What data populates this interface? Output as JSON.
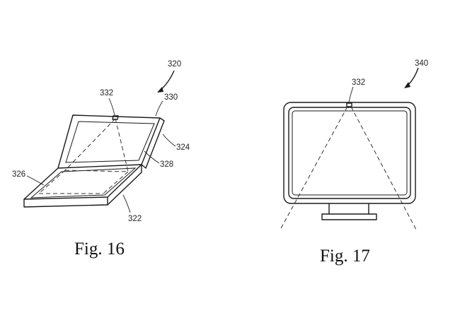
{
  "figures": [
    {
      "caption": "Fig. 16",
      "references": {
        "overall": "320",
        "camera": "332",
        "lid": "330",
        "hinge": "324",
        "screen": "328",
        "keyboard": "326",
        "base": "322"
      }
    },
    {
      "caption": "Fig. 17",
      "references": {
        "overall": "340",
        "camera": "332"
      }
    }
  ]
}
